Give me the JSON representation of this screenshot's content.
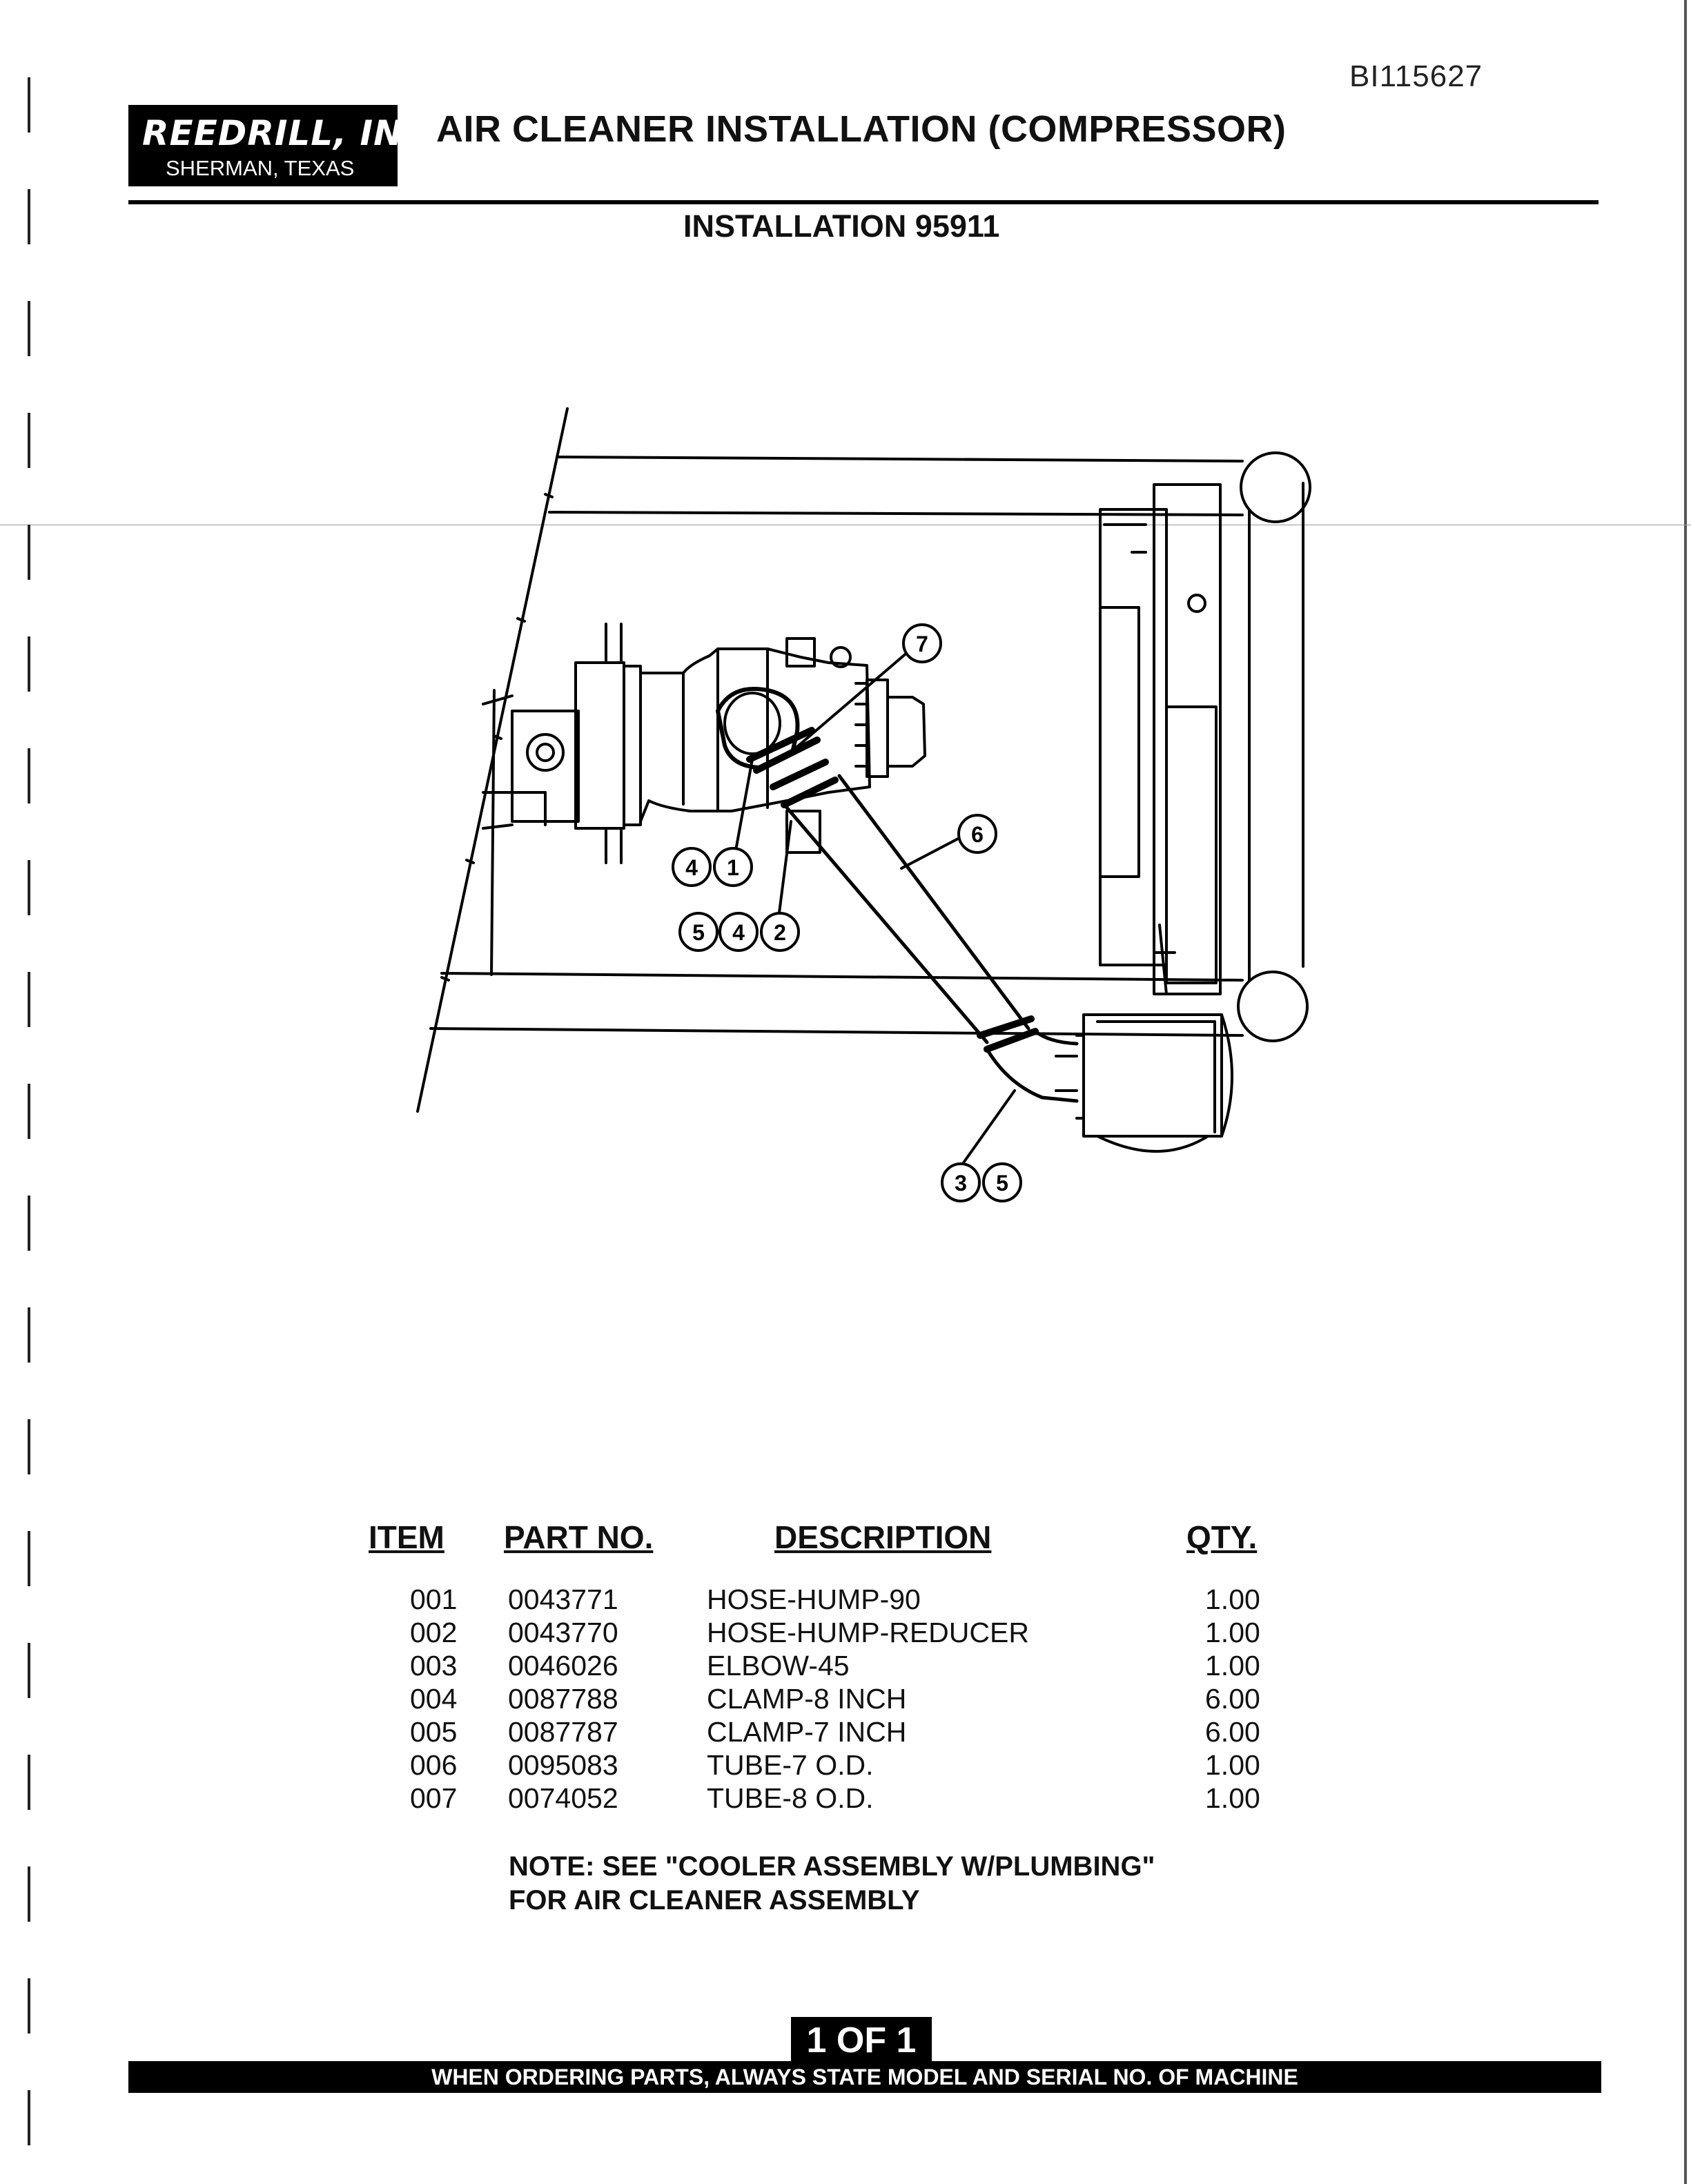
{
  "document": {
    "doc_number": "BI115627",
    "company": "REEDRILL, INC.",
    "location": "SHERMAN, TEXAS",
    "title": "AIR CLEANER INSTALLATION (COMPRESSOR)",
    "installation": "INSTALLATION 95911"
  },
  "callouts": [
    {
      "id": "c7",
      "label": "7"
    },
    {
      "id": "c6",
      "label": "6"
    },
    {
      "id": "c4a",
      "label": "4"
    },
    {
      "id": "c1",
      "label": "1"
    },
    {
      "id": "c5a",
      "label": "5"
    },
    {
      "id": "c4b",
      "label": "4"
    },
    {
      "id": "c2",
      "label": "2"
    },
    {
      "id": "c3",
      "label": "3"
    },
    {
      "id": "c5b",
      "label": "5"
    }
  ],
  "parts_table": {
    "headers": {
      "item": "ITEM",
      "part_no": "PART NO.",
      "description": "DESCRIPTION",
      "qty": "QTY."
    },
    "rows": [
      {
        "item": "001",
        "part_no": "0043771",
        "description": "HOSE-HUMP-90",
        "qty": "1.00"
      },
      {
        "item": "002",
        "part_no": "0043770",
        "description": "HOSE-HUMP-REDUCER",
        "qty": "1.00"
      },
      {
        "item": "003",
        "part_no": "0046026",
        "description": "ELBOW-45",
        "qty": "1.00"
      },
      {
        "item": "004",
        "part_no": "0087788",
        "description": "CLAMP-8 INCH",
        "qty": "6.00"
      },
      {
        "item": "005",
        "part_no": "0087787",
        "description": "CLAMP-7 INCH",
        "qty": "6.00"
      },
      {
        "item": "006",
        "part_no": "0095083",
        "description": "TUBE-7 O.D.",
        "qty": "1.00"
      },
      {
        "item": "007",
        "part_no": "0074052",
        "description": "TUBE-8 O.D.",
        "qty": "1.00"
      }
    ]
  },
  "note": {
    "line1": "NOTE: SEE \"COOLER ASSEMBLY W/PLUMBING\"",
    "line2": "FOR AIR CLEANER ASSEMBLY"
  },
  "footer": {
    "page": "1 OF 1",
    "ordering_note": "WHEN ORDERING PARTS, ALWAYS STATE MODEL AND SERIAL NO. OF MACHINE"
  }
}
